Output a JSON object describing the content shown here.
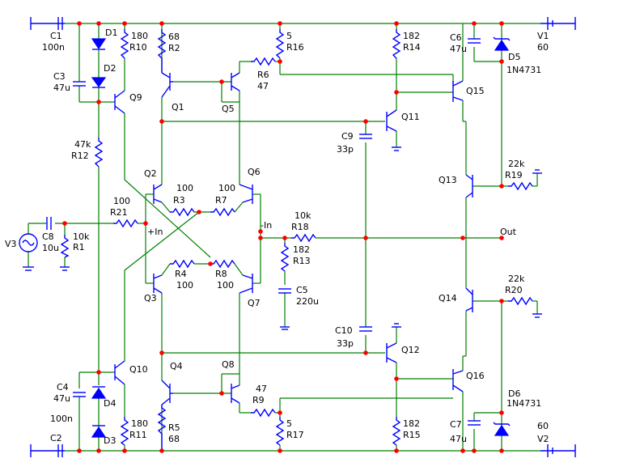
{
  "colors": {
    "wire": "#008000",
    "component": "#0000ff",
    "node": "#ff0000",
    "text": "#000000",
    "background": "#ffffff"
  },
  "labels": {
    "c1_ref": "C1",
    "c1_val": "100n",
    "c2_ref": "C2",
    "c2_val": "100n",
    "c3_ref": "C3",
    "c3_val": "47u",
    "c4_ref": "C4",
    "c4_val": "47u",
    "c5_ref": "C5",
    "c5_val": "220u",
    "c6_ref": "C6",
    "c6_val": "47u",
    "c7_ref": "C7",
    "c7_val": "47u",
    "c8_ref": "C8",
    "c8_val": "10u",
    "c9_ref": "C9",
    "c9_val": "33p",
    "c10_ref": "C10",
    "c10_val": "33p",
    "d1_ref": "D1",
    "d2_ref": "D2",
    "d3_ref": "D3",
    "d4_ref": "D4",
    "d5_ref": "D5",
    "d5_val": "1N4731",
    "d6_ref": "D6",
    "d6_val": "1N4731",
    "r1_ref": "R1",
    "r1_val": "10k",
    "r2_ref": "R2",
    "r2_val": "68",
    "r3_ref": "R3",
    "r3_val": "100",
    "r4_ref": "R4",
    "r4_val": "100",
    "r5_ref": "R5",
    "r5_val": "68",
    "r6_ref": "R6",
    "r6_val": "47",
    "r7_ref": "R7",
    "r7_val": "100",
    "r8_ref": "R8",
    "r8_val": "100",
    "r9_ref": "R9",
    "r9_val": "47",
    "r10_ref": "R10",
    "r10_val": "180",
    "r11_ref": "R11",
    "r11_val": "180",
    "r12_ref": "R12",
    "r12_val": "47k",
    "r13_ref": "R13",
    "r13_val": "182",
    "r14_ref": "R14",
    "r14_val": "182",
    "r15_ref": "R15",
    "r15_val": "182",
    "r16_ref": "R16",
    "r16_val": "5",
    "r17_ref": "R17",
    "r17_val": "5",
    "r18_ref": "R18",
    "r18_val": "10k",
    "r19_ref": "R19",
    "r19_val": "22k",
    "r20_ref": "R20",
    "r20_val": "22k",
    "r21_ref": "R21",
    "r21_val": "100",
    "q1": "Q1",
    "q2": "Q2",
    "q3": "Q3",
    "q4": "Q4",
    "q5": "Q5",
    "q6": "Q6",
    "q7": "Q7",
    "q8": "Q8",
    "q9": "Q9",
    "q10": "Q10",
    "q11": "Q11",
    "q12": "Q12",
    "q13": "Q13",
    "q14": "Q14",
    "q15": "Q15",
    "q16": "Q16",
    "v1_ref": "V1",
    "v1_val": "60",
    "v2_ref": "V2",
    "v2_val": "60",
    "v3_ref": "V3",
    "in_plus": "+In",
    "in_minus": "-In",
    "out": "Out"
  }
}
